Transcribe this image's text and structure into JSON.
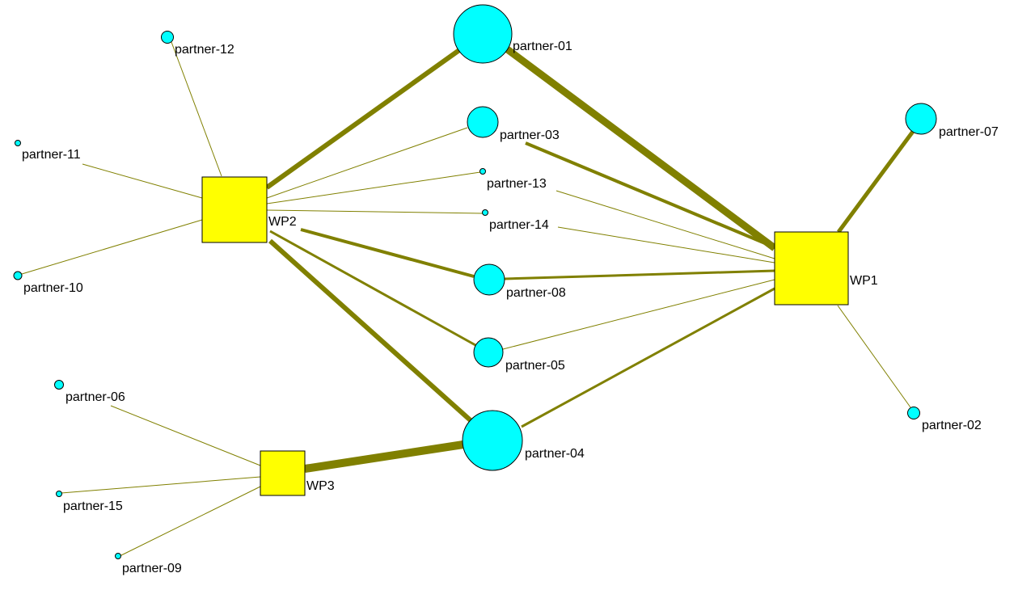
{
  "colors": {
    "edge": "#808000",
    "work_package_fill": "#ffff00",
    "partner_fill": "#00ffff",
    "outline": "#000000",
    "background": "#ffffff"
  },
  "work_packages": [
    {
      "id": "WP1",
      "label": "WP1"
    },
    {
      "id": "WP2",
      "label": "WP2"
    },
    {
      "id": "WP3",
      "label": "WP3"
    }
  ],
  "partners": [
    {
      "id": "partner-01",
      "label": "partner-01"
    },
    {
      "id": "partner-02",
      "label": "partner-02"
    },
    {
      "id": "partner-03",
      "label": "partner-03"
    },
    {
      "id": "partner-04",
      "label": "partner-04"
    },
    {
      "id": "partner-05",
      "label": "partner-05"
    },
    {
      "id": "partner-06",
      "label": "partner-06"
    },
    {
      "id": "partner-07",
      "label": "partner-07"
    },
    {
      "id": "partner-08",
      "label": "partner-08"
    },
    {
      "id": "partner-09",
      "label": "partner-09"
    },
    {
      "id": "partner-10",
      "label": "partner-10"
    },
    {
      "id": "partner-11",
      "label": "partner-11"
    },
    {
      "id": "partner-12",
      "label": "partner-12"
    },
    {
      "id": "partner-13",
      "label": "partner-13"
    },
    {
      "id": "partner-14",
      "label": "partner-14"
    },
    {
      "id": "partner-15",
      "label": "partner-15"
    }
  ],
  "links": [
    {
      "from": "WP2",
      "to": "partner-01"
    },
    {
      "from": "WP2",
      "to": "partner-03"
    },
    {
      "from": "WP2",
      "to": "partner-04"
    },
    {
      "from": "WP2",
      "to": "partner-05"
    },
    {
      "from": "WP2",
      "to": "partner-08"
    },
    {
      "from": "WP2",
      "to": "partner-10"
    },
    {
      "from": "WP2",
      "to": "partner-11"
    },
    {
      "from": "WP2",
      "to": "partner-12"
    },
    {
      "from": "WP2",
      "to": "partner-13"
    },
    {
      "from": "WP2",
      "to": "partner-14"
    },
    {
      "from": "WP1",
      "to": "partner-01"
    },
    {
      "from": "WP1",
      "to": "partner-02"
    },
    {
      "from": "WP1",
      "to": "partner-03"
    },
    {
      "from": "WP1",
      "to": "partner-04"
    },
    {
      "from": "WP1",
      "to": "partner-05"
    },
    {
      "from": "WP1",
      "to": "partner-07"
    },
    {
      "from": "WP1",
      "to": "partner-08"
    },
    {
      "from": "WP1",
      "to": "partner-13"
    },
    {
      "from": "WP1",
      "to": "partner-14"
    },
    {
      "from": "WP3",
      "to": "partner-04"
    },
    {
      "from": "WP3",
      "to": "partner-06"
    },
    {
      "from": "WP3",
      "to": "partner-09"
    },
    {
      "from": "WP3",
      "to": "partner-15"
    }
  ]
}
